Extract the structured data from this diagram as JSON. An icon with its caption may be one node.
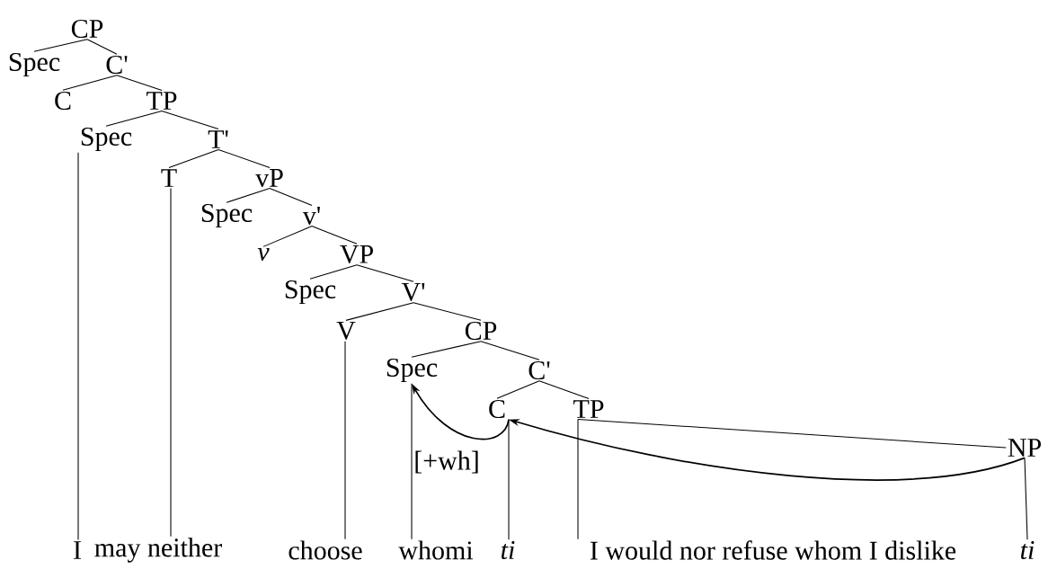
{
  "diagram": {
    "nodes": [
      {
        "text": [
          "CP"
        ]
      },
      {
        "text": [
          "Spec"
        ]
      },
      {
        "text": [
          "C'"
        ]
      },
      {
        "text": [
          "C"
        ]
      },
      {
        "text": [
          "TP"
        ]
      },
      {
        "text": [
          "Spec"
        ]
      },
      {
        "text": [
          "T'"
        ]
      },
      {
        "text": [
          "T"
        ]
      },
      {
        "text": [
          "vP"
        ]
      },
      {
        "text": [
          "Spec"
        ]
      },
      {
        "text": [
          "v'"
        ]
      },
      {
        "text": [
          "v"
        ]
      },
      {
        "text": [
          "VP"
        ]
      },
      {
        "text": [
          "Spec"
        ]
      },
      {
        "text": [
          "V'"
        ]
      },
      {
        "text": [
          "V"
        ]
      },
      {
        "text": [
          "CP"
        ]
      },
      {
        "text": [
          "Spec"
        ]
      },
      {
        "text": [
          "C'"
        ]
      },
      {
        "text": [
          "C"
        ]
      },
      {
        "text": [
          "TP"
        ]
      },
      {
        "text": [
          "NP"
        ]
      },
      {
        "text": [
          "I"
        ]
      },
      {
        "text": [
          "may neither"
        ]
      },
      {
        "text": [
          "choose"
        ]
      },
      {
        "text": [
          "whomi"
        ]
      },
      {
        "text": [
          "ti"
        ]
      },
      {
        "text": [
          "I would nor refuse whom I dislike"
        ]
      },
      {
        "text": [
          "ti"
        ]
      }
    ],
    "edges": [
      {
        "from": 0,
        "to": 1,
        "arrow": "none"
      },
      {
        "from": 0,
        "to": 2,
        "arrow": "none"
      },
      {
        "from": 2,
        "to": 3,
        "arrow": "none"
      },
      {
        "from": 2,
        "to": 4,
        "arrow": "none"
      },
      {
        "from": 4,
        "to": 5,
        "arrow": "none"
      },
      {
        "from": 4,
        "to": 6,
        "arrow": "none"
      },
      {
        "from": 6,
        "to": 7,
        "arrow": "none"
      },
      {
        "from": 6,
        "to": 8,
        "arrow": "none"
      },
      {
        "from": 8,
        "to": 9,
        "arrow": "none"
      },
      {
        "from": 8,
        "to": 10,
        "arrow": "none"
      },
      {
        "from": 10,
        "to": 11,
        "arrow": "none"
      },
      {
        "from": 10,
        "to": 12,
        "arrow": "none"
      },
      {
        "from": 12,
        "to": 13,
        "arrow": "none"
      },
      {
        "from": 12,
        "to": 14,
        "arrow": "none"
      },
      {
        "from": 14,
        "to": 15,
        "arrow": "none"
      },
      {
        "from": 14,
        "to": 16,
        "arrow": "none"
      },
      {
        "from": 16,
        "to": 17,
        "arrow": "none"
      },
      {
        "from": 16,
        "to": 18,
        "arrow": "none"
      },
      {
        "from": 18,
        "to": 19,
        "arrow": "none"
      },
      {
        "from": 18,
        "to": 20,
        "arrow": "none"
      },
      {
        "from": 20,
        "to": 21,
        "arrow": "none"
      },
      {
        "from": 5,
        "to": 22,
        "arrow": "none"
      },
      {
        "from": 7,
        "to": 23,
        "arrow": "none"
      },
      {
        "from": 15,
        "to": 24,
        "arrow": "none"
      },
      {
        "from": 17,
        "to": 25,
        "arrow": "none"
      },
      {
        "from": 19,
        "to": 26,
        "arrow": "none"
      },
      {
        "from": 20,
        "to": 27,
        "arrow": "none"
      },
      {
        "from": 21,
        "to": 28,
        "arrow": "none"
      },
      {
        "from": 21,
        "to": 19,
        "arrow": "to"
      },
      {
        "from": 19,
        "to": 17,
        "arrow": "to"
      }
    ],
    "labels": [
      "[+wh]"
    ]
  }
}
